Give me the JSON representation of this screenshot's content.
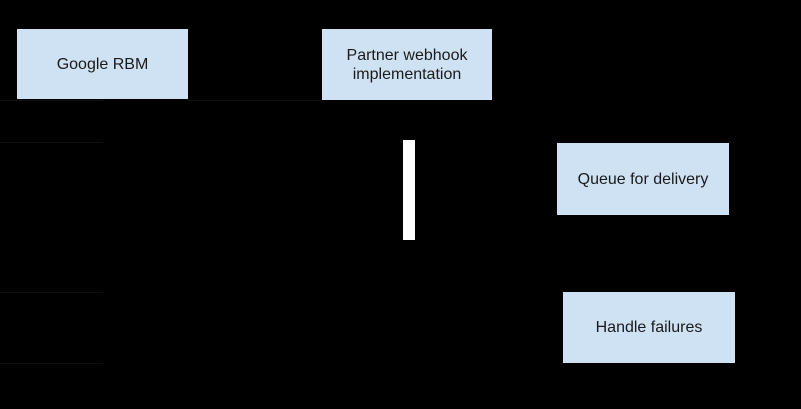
{
  "diagram": {
    "title": "RBM partner webhook message-delivery sequence diagram",
    "background_color": "#000000",
    "node_fill_color": "#cfe2f3",
    "node_text_color": "#1a1a1a",
    "activation_bar_color": "#ffffff",
    "nodes": [
      {
        "id": "google-rbm",
        "label": "Google RBM"
      },
      {
        "id": "partner-webhook",
        "label": "Partner webhook implementation"
      },
      {
        "id": "queue-for-delivery",
        "label": "Queue for delivery"
      },
      {
        "id": "handle-failures",
        "label": "Handle failures"
      }
    ]
  }
}
